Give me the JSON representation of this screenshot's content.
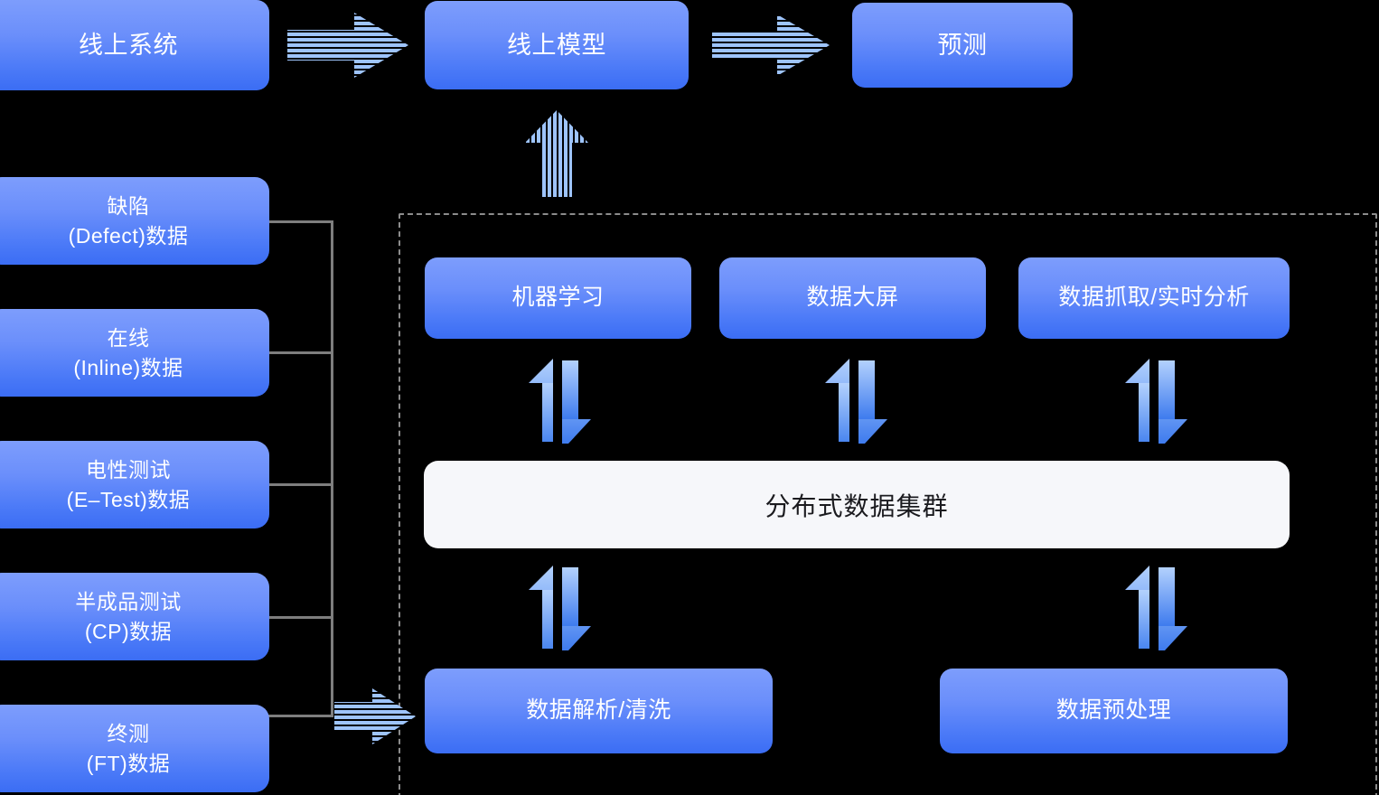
{
  "diagram": {
    "title_flow": "线上系统 → 线上模型 → 预测",
    "top_row": [
      {
        "id": "online-system",
        "label": "线上系统"
      },
      {
        "id": "online-model",
        "label": "线上模型"
      },
      {
        "id": "prediction",
        "label": "预测"
      }
    ],
    "data_sources": [
      {
        "id": "defect",
        "line1": "缺陷",
        "line2": "(Defect)数据"
      },
      {
        "id": "inline",
        "line1": "在线",
        "line2": "(Inline)数据"
      },
      {
        "id": "etest",
        "line1": "电性测试",
        "line2": "(E–Test)数据"
      },
      {
        "id": "cp",
        "line1": "半成品测试",
        "line2": "(CP)数据"
      },
      {
        "id": "ft",
        "line1": "终测",
        "line2": "(FT)数据"
      }
    ],
    "platform": {
      "services": [
        {
          "id": "machine-learning",
          "label": "机器学习"
        },
        {
          "id": "data-dashboard",
          "label": "数据大屏"
        },
        {
          "id": "data-capture",
          "label": "数据抓取/实时分析"
        }
      ],
      "cluster": {
        "id": "distributed-cluster",
        "label": "分布式数据集群"
      },
      "processing": [
        {
          "id": "data-parse-clean",
          "label": "数据解析/清洗"
        },
        {
          "id": "data-preprocess",
          "label": "数据预处理"
        }
      ]
    },
    "connectors": {
      "striped_arrows": [
        {
          "id": "system-to-model",
          "direction": "right"
        },
        {
          "id": "model-to-prediction",
          "direction": "right"
        },
        {
          "id": "platform-to-model",
          "direction": "up"
        },
        {
          "id": "sources-to-platform",
          "direction": "right"
        }
      ],
      "bidirectional_arrows": [
        {
          "id": "ml-cluster"
        },
        {
          "id": "dashboard-cluster"
        },
        {
          "id": "capture-cluster"
        },
        {
          "id": "cluster-parse"
        },
        {
          "id": "cluster-preprocess"
        }
      ],
      "bracket": {
        "id": "data-source-bracket",
        "branches": 5
      }
    },
    "colors": {
      "background": "#000000",
      "node_gradient_top": "#7d9dfc",
      "node_gradient_bottom": "#3b6df4",
      "arrow_stripe": "#9ec4fb",
      "arrow_solid_top": "#a9cafd",
      "arrow_solid_bottom": "#4a86f0",
      "cluster_fill": "#f6f7fa",
      "cluster_text": "#1b1b1f",
      "bracket_line": "#7e7e7e",
      "dashed_border": "#8c8c8c",
      "node_text": "#ffffff"
    }
  }
}
